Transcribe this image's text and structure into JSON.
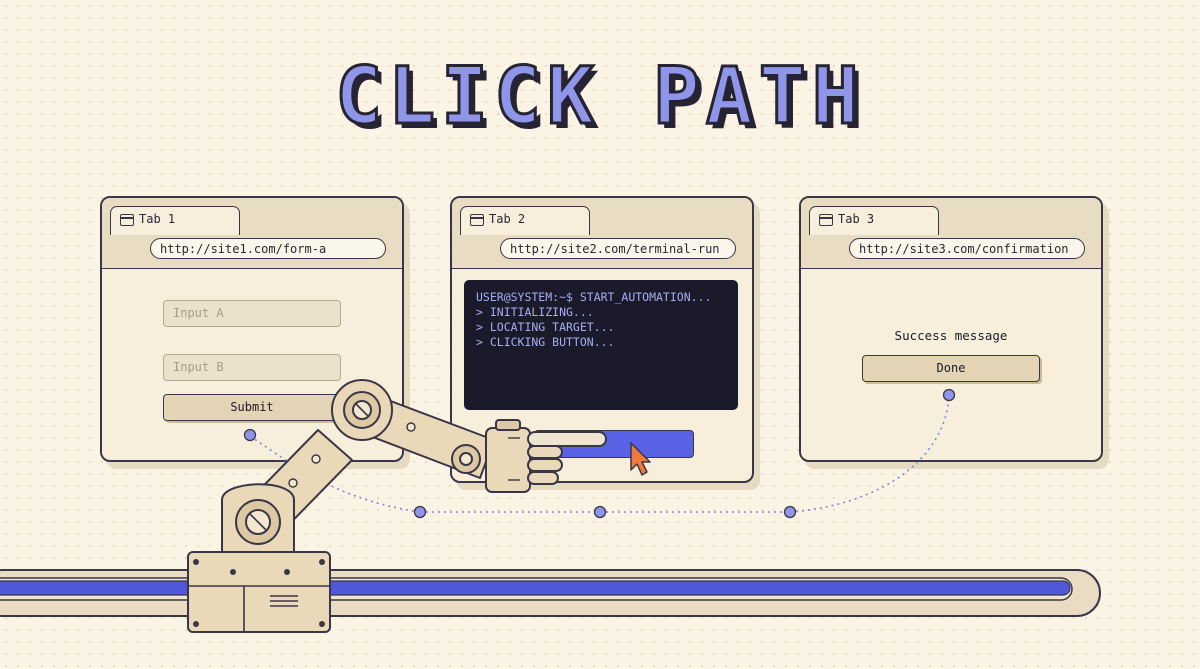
{
  "title": "CLICK PATH",
  "windows": [
    {
      "tab": "Tab 1",
      "url": "http://site1.com/form-a",
      "input_a": "Input A",
      "input_b": "Input B",
      "submit": "Submit"
    },
    {
      "tab": "Tab 2",
      "url": "http://site2.com/terminal-run",
      "terminal": [
        "USER@SYSTEM:~$ START_AUTOMATION...",
        "> INITIALIZING...",
        "> LOCATING TARGET...",
        "> CLICKING BUTTON..."
      ]
    },
    {
      "tab": "Tab 3",
      "url": "http://site3.com/confirmation",
      "message": "Success message",
      "done": "Done"
    }
  ],
  "colors": {
    "background": "#fbf3e4",
    "accent": "#5a63e6",
    "title_fill": "#8f96ea",
    "cursor": "#f07a3c",
    "outline": "#3a3646",
    "terminal_bg": "#1b1a2b"
  },
  "icons": [
    "window-icon",
    "cursor-arrow-icon",
    "robot-arm-icon"
  ]
}
